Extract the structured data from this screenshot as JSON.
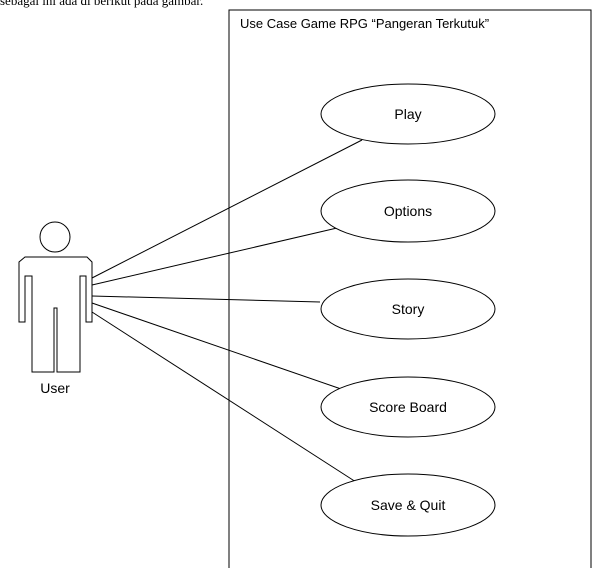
{
  "caption_fragment": "sebagai ini ada di berikut pada gambar.",
  "boundary": {
    "title": "Use Case Game RPG “Pangeran Terkutuk”"
  },
  "actor": {
    "label": "User"
  },
  "use_cases": [
    {
      "label": "Play"
    },
    {
      "label": "Options"
    },
    {
      "label": "Story"
    },
    {
      "label": "Score Board"
    },
    {
      "label": "Save & Quit"
    }
  ]
}
